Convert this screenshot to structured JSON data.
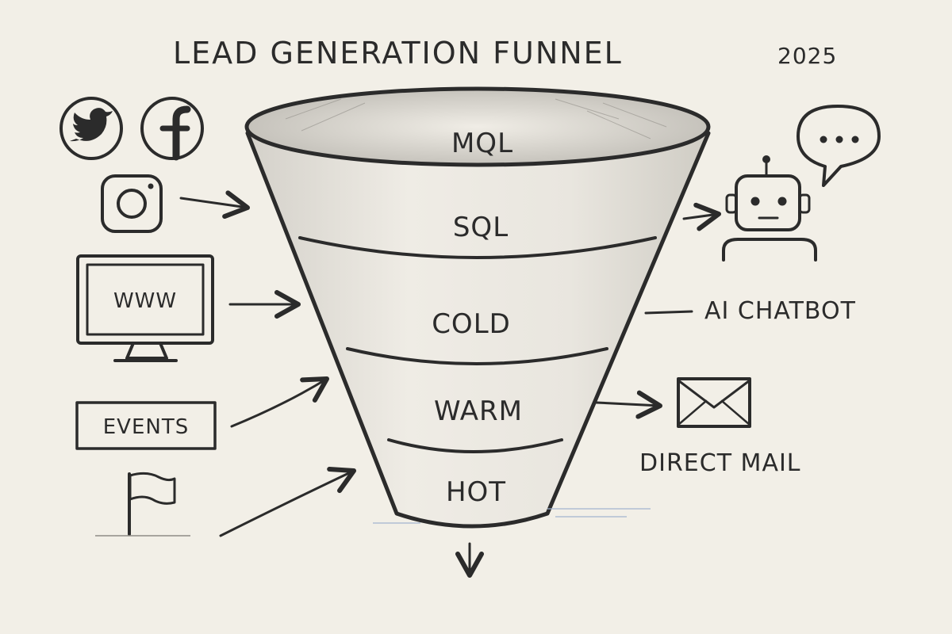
{
  "header": {
    "title": "LEAD GENERATION FUNNEL",
    "year": "2025"
  },
  "funnel": {
    "stages": [
      {
        "label": "MQL"
      },
      {
        "label": "SQL"
      },
      {
        "label": "COLD"
      },
      {
        "label": "WARM"
      },
      {
        "label": "HOT"
      }
    ]
  },
  "sources": {
    "website_label": "WWW",
    "events_label": "EVENTS",
    "icons": [
      "twitter-icon",
      "facebook-icon",
      "instagram-icon",
      "monitor-icon",
      "flag-icon"
    ]
  },
  "channels": {
    "chatbot_label": "AI CHATBOT",
    "mail_label": "DIRECT MAIL",
    "icons": [
      "robot-icon",
      "speech-bubble-icon",
      "envelope-icon"
    ]
  },
  "colors": {
    "paper": "#f2efe7",
    "ink": "#2b2b2b",
    "shade": "#d9d6cf",
    "accent_blue": "#9fb3cf"
  }
}
